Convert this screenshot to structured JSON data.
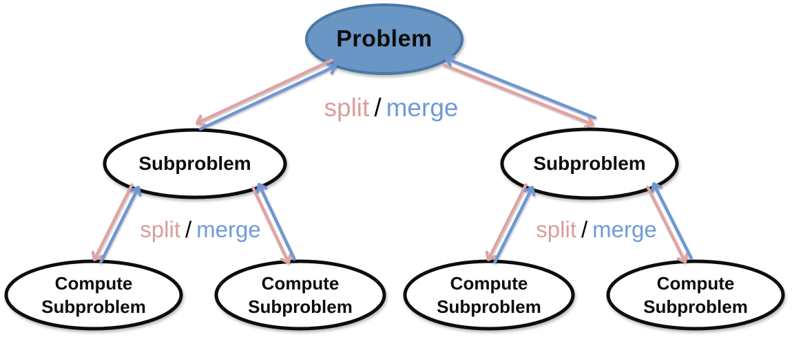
{
  "diagram": {
    "type": "divide-and-conquer-tree",
    "nodes": {
      "problem": {
        "label": "Problem"
      },
      "subproblems": [
        {
          "label": "Subproblem"
        },
        {
          "label": "Subproblem"
        }
      ],
      "leaves": [
        {
          "line1": "Compute",
          "line2": "Subproblem"
        },
        {
          "line1": "Compute",
          "line2": "Subproblem"
        },
        {
          "line1": "Compute",
          "line2": "Subproblem"
        },
        {
          "line1": "Compute",
          "line2": "Subproblem"
        }
      ]
    },
    "edge_labels": {
      "split": "split",
      "separator": "/",
      "merge": "merge"
    },
    "edges": [
      {
        "from": "Problem",
        "to": "Subproblem (left)",
        "down_arrow": "split",
        "up_arrow": "merge"
      },
      {
        "from": "Problem",
        "to": "Subproblem (right)",
        "down_arrow": "split",
        "up_arrow": "merge"
      },
      {
        "from": "Subproblem (left)",
        "to": "Compute Subproblem 1",
        "down_arrow": "split",
        "up_arrow": "merge"
      },
      {
        "from": "Subproblem (left)",
        "to": "Compute Subproblem 2",
        "down_arrow": "split",
        "up_arrow": "merge"
      },
      {
        "from": "Subproblem (right)",
        "to": "Compute Subproblem 3",
        "down_arrow": "split",
        "up_arrow": "merge"
      },
      {
        "from": "Subproblem (right)",
        "to": "Compute Subproblem 4",
        "down_arrow": "split",
        "up_arrow": "merge"
      }
    ],
    "colors": {
      "problem_fill": "#6b96c5",
      "problem_border": "#4a77a6",
      "subproblem_fill": "#ffffff",
      "node_border": "#0a0a0a",
      "split_arrow": "#dfa3a4",
      "merge_arrow": "#6f96d2",
      "label_split_text": "#db9c9d",
      "label_merge_text": "#6f9ad8",
      "label_separator_text": "#000000",
      "node_text": "#0d0d0d"
    }
  }
}
